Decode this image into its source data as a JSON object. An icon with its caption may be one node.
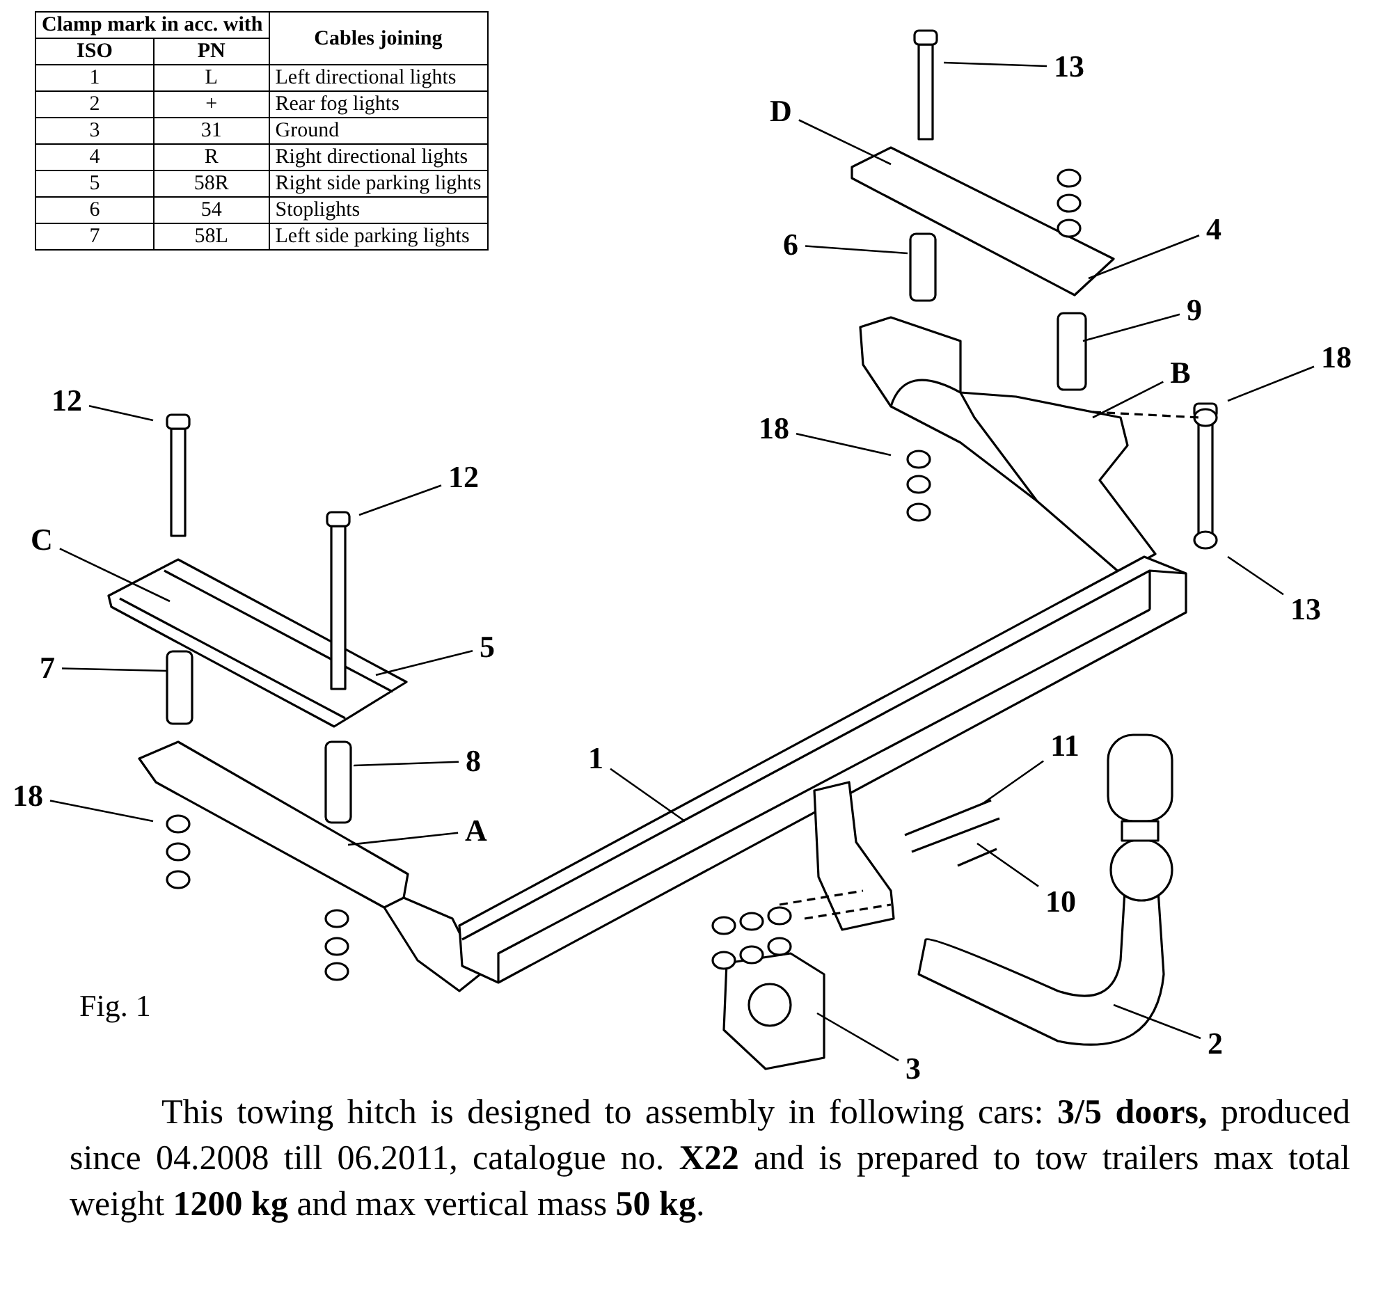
{
  "diagram": {
    "caption": "This towing hitch is designed to assembly in following cars: **3/5 doors,** produced since 04.2008 till 06.2011, catalogue no. **X22** and is prepared to tow trailers max total weight **1200 kg** and max vertical mass **50 kg**.",
    "nodes": [
      {
        "text": [
          "13"
        ]
      },
      {
        "text": [
          "D"
        ]
      },
      {
        "text": [
          "6"
        ]
      },
      {
        "text": [
          "4"
        ]
      },
      {
        "text": [
          "9"
        ]
      },
      {
        "text": [
          "B"
        ]
      },
      {
        "text": [
          "18"
        ]
      },
      {
        "text": [
          "18"
        ]
      },
      {
        "text": [
          "13"
        ]
      },
      {
        "text": [
          "12"
        ]
      },
      {
        "text": [
          "12"
        ]
      },
      {
        "text": [
          "C"
        ]
      },
      {
        "text": [
          "5"
        ]
      },
      {
        "text": [
          "7"
        ]
      },
      {
        "text": [
          "8"
        ]
      },
      {
        "text": [
          "18"
        ]
      },
      {
        "text": [
          "A"
        ]
      },
      {
        "text": [
          "1"
        ]
      },
      {
        "text": [
          "11"
        ]
      },
      {
        "text": [
          "10"
        ]
      },
      {
        "text": [
          "3"
        ]
      },
      {
        "text": [
          "2"
        ]
      }
    ],
    "edges": [
      {
        "from": 0,
        "to": null,
        "arrow": "none"
      },
      {
        "from": 1,
        "to": null,
        "arrow": "none"
      },
      {
        "from": 2,
        "to": null,
        "arrow": "none"
      },
      {
        "from": 3,
        "to": null,
        "arrow": "none"
      },
      {
        "from": 4,
        "to": null,
        "arrow": "none"
      },
      {
        "from": 5,
        "to": null,
        "arrow": "none"
      },
      {
        "from": 6,
        "to": null,
        "arrow": "none"
      },
      {
        "from": 7,
        "to": null,
        "arrow": "none"
      },
      {
        "from": 8,
        "to": null,
        "arrow": "none"
      },
      {
        "from": 9,
        "to": null,
        "arrow": "none"
      },
      {
        "from": 10,
        "to": null,
        "arrow": "none"
      },
      {
        "from": 11,
        "to": null,
        "arrow": "none"
      },
      {
        "from": 12,
        "to": null,
        "arrow": "none"
      },
      {
        "from": 13,
        "to": null,
        "arrow": "none"
      },
      {
        "from": 14,
        "to": null,
        "arrow": "none"
      },
      {
        "from": 15,
        "to": null,
        "arrow": "none"
      },
      {
        "from": 16,
        "to": null,
        "arrow": "none"
      },
      {
        "from": 17,
        "to": null,
        "arrow": "none"
      },
      {
        "from": 18,
        "to": null,
        "arrow": "none"
      },
      {
        "from": 19,
        "to": null,
        "arrow": "none"
      },
      {
        "from": 20,
        "to": null,
        "arrow": "none"
      },
      {
        "from": 21,
        "to": null,
        "arrow": "none"
      }
    ],
    "labels": [
      "Clamp mark in acc. with",
      "Cables joining",
      "ISO",
      "PN",
      "1",
      "L",
      "Left directional lights",
      "2",
      "+",
      "Rear fog lights",
      "3",
      "31",
      "Ground",
      "4",
      "R",
      "Right directional lights",
      "5",
      "58R",
      "Right side parking lights",
      "6",
      "54",
      "Stoplights",
      "7",
      "58L",
      "Left side parking lights",
      "Fig. 1"
    ]
  }
}
